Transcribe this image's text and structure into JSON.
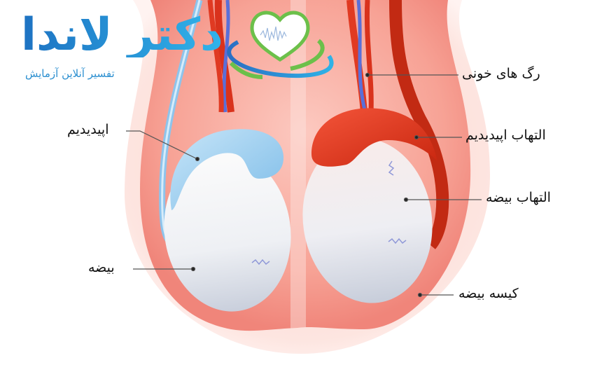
{
  "logo": {
    "title": "دکتر لاندا",
    "subtitle": "تفسیر آنلاین آزمایش",
    "icon": "heart-soundwave-orbit-icon",
    "colors": {
      "blue": "#1f8fd6",
      "green": "#6cc04a"
    }
  },
  "diagram": {
    "title": "",
    "labels": {
      "blood_vessels": "رگ های خونی",
      "epididymis": "اپیدیدیم",
      "epididymitis": "التهاب اپیدیدیم",
      "orchitis": "التهاب بیضه",
      "testis": "بیضه",
      "scrotum": "کیسه بیضه"
    },
    "colors": {
      "scrotum_outer": "#fde3df",
      "scrotum_inner": "#f7a89d",
      "healthy_epididymis": "#9fd0f0",
      "inflamed_epididymis": "#e8361f",
      "testis": "#eef0f5",
      "artery": "#e03a22",
      "vein": "#5a6fd8"
    }
  }
}
